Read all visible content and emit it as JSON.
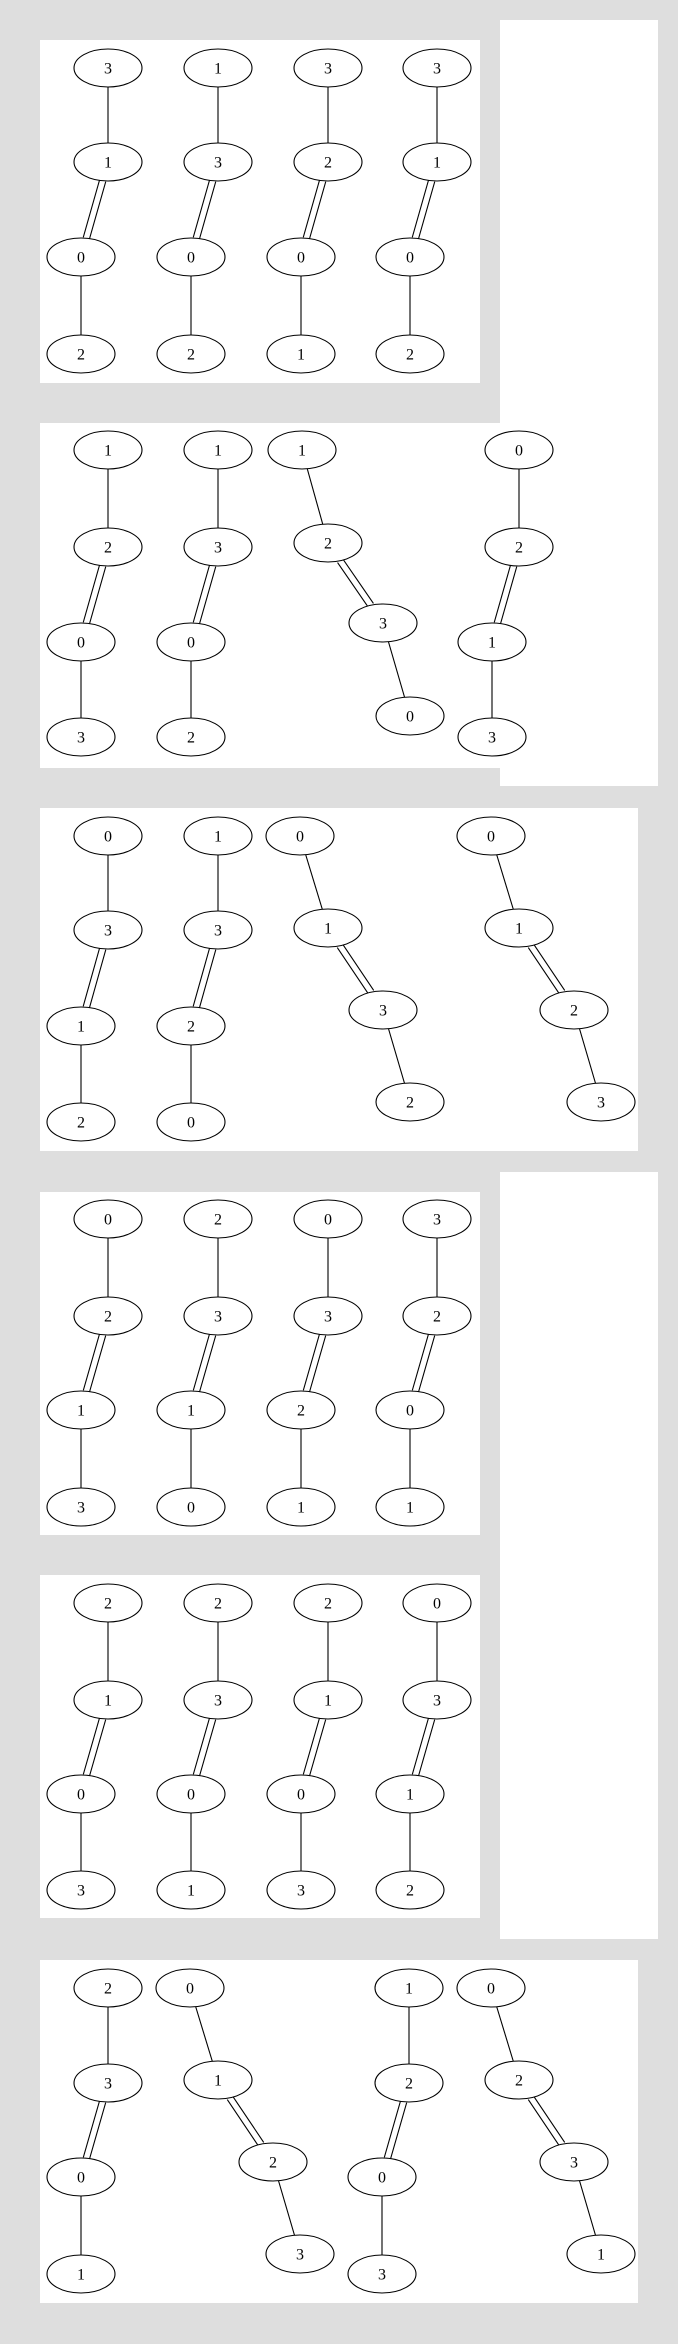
{
  "graphs": [
    {
      "nodes": [
        "3",
        "1",
        "0",
        "2"
      ],
      "edges": [
        [
          0,
          1,
          1
        ],
        [
          1,
          2,
          2
        ],
        [
          2,
          3,
          1
        ]
      ]
    },
    {
      "nodes": [
        "1",
        "3",
        "0",
        "2"
      ],
      "edges": [
        [
          0,
          1,
          1
        ],
        [
          1,
          2,
          2
        ],
        [
          2,
          3,
          1
        ]
      ]
    },
    {
      "nodes": [
        "3",
        "2",
        "0",
        "1"
      ],
      "edges": [
        [
          0,
          1,
          1
        ],
        [
          1,
          2,
          2
        ],
        [
          2,
          3,
          1
        ]
      ]
    },
    {
      "nodes": [
        "3",
        "1",
        "0",
        "2"
      ],
      "edges": [
        [
          0,
          1,
          1
        ],
        [
          1,
          2,
          2
        ],
        [
          2,
          3,
          1
        ]
      ]
    },
    {
      "nodes": [
        "1",
        "2",
        "0",
        "3"
      ],
      "edges": [
        [
          0,
          1,
          1
        ],
        [
          1,
          2,
          2
        ],
        [
          2,
          3,
          1
        ]
      ]
    },
    {
      "nodes": [
        "1",
        "3",
        "0",
        "2"
      ],
      "edges": [
        [
          0,
          1,
          1
        ],
        [
          1,
          2,
          2
        ],
        [
          2,
          3,
          1
        ]
      ]
    },
    {
      "nodes": [
        "1",
        "2",
        "3",
        "0"
      ],
      "edges": [
        [
          0,
          1,
          1
        ],
        [
          1,
          2,
          2
        ],
        [
          2,
          3,
          1
        ]
      ]
    },
    {
      "nodes": [
        "0",
        "2",
        "1",
        "3"
      ],
      "edges": [
        [
          0,
          1,
          1
        ],
        [
          1,
          2,
          2
        ],
        [
          2,
          3,
          1
        ]
      ]
    },
    {
      "nodes": [
        "0",
        "3",
        "1",
        "2"
      ],
      "edges": [
        [
          0,
          1,
          1
        ],
        [
          1,
          2,
          2
        ],
        [
          2,
          3,
          1
        ]
      ]
    },
    {
      "nodes": [
        "1",
        "3",
        "2",
        "0"
      ],
      "edges": [
        [
          0,
          1,
          1
        ],
        [
          1,
          2,
          2
        ],
        [
          2,
          3,
          1
        ]
      ]
    },
    {
      "nodes": [
        "0",
        "1",
        "3",
        "2"
      ],
      "edges": [
        [
          0,
          1,
          1
        ],
        [
          1,
          2,
          2
        ],
        [
          2,
          3,
          1
        ]
      ]
    },
    {
      "nodes": [
        "0",
        "1",
        "2",
        "3"
      ],
      "edges": [
        [
          0,
          1,
          1
        ],
        [
          1,
          2,
          2
        ],
        [
          2,
          3,
          1
        ]
      ]
    },
    {
      "nodes": [
        "0",
        "2",
        "1",
        "3"
      ],
      "edges": [
        [
          0,
          1,
          1
        ],
        [
          1,
          2,
          2
        ],
        [
          2,
          3,
          1
        ]
      ]
    },
    {
      "nodes": [
        "2",
        "3",
        "1",
        "0"
      ],
      "edges": [
        [
          0,
          1,
          1
        ],
        [
          1,
          2,
          2
        ],
        [
          2,
          3,
          1
        ]
      ]
    },
    {
      "nodes": [
        "0",
        "3",
        "2",
        "1"
      ],
      "edges": [
        [
          0,
          1,
          1
        ],
        [
          1,
          2,
          2
        ],
        [
          2,
          3,
          1
        ]
      ]
    },
    {
      "nodes": [
        "3",
        "2",
        "0",
        "1"
      ],
      "edges": [
        [
          0,
          1,
          1
        ],
        [
          1,
          2,
          2
        ],
        [
          2,
          3,
          1
        ]
      ]
    },
    {
      "nodes": [
        "2",
        "1",
        "0",
        "3"
      ],
      "edges": [
        [
          0,
          1,
          1
        ],
        [
          1,
          2,
          2
        ],
        [
          2,
          3,
          1
        ]
      ]
    },
    {
      "nodes": [
        "2",
        "3",
        "0",
        "1"
      ],
      "edges": [
        [
          0,
          1,
          1
        ],
        [
          1,
          2,
          2
        ],
        [
          2,
          3,
          1
        ]
      ]
    },
    {
      "nodes": [
        "2",
        "1",
        "0",
        "3"
      ],
      "edges": [
        [
          0,
          1,
          1
        ],
        [
          1,
          2,
          2
        ],
        [
          2,
          3,
          1
        ]
      ]
    },
    {
      "nodes": [
        "0",
        "3",
        "1",
        "2"
      ],
      "edges": [
        [
          0,
          1,
          1
        ],
        [
          1,
          2,
          2
        ],
        [
          2,
          3,
          1
        ]
      ]
    },
    {
      "nodes": [
        "2",
        "3",
        "0",
        "1"
      ],
      "edges": [
        [
          0,
          1,
          1
        ],
        [
          1,
          2,
          2
        ],
        [
          2,
          3,
          1
        ]
      ]
    },
    {
      "nodes": [
        "0",
        "1",
        "2",
        "3"
      ],
      "edges": [
        [
          0,
          1,
          1
        ],
        [
          1,
          2,
          2
        ],
        [
          2,
          3,
          1
        ]
      ]
    },
    {
      "nodes": [
        "1",
        "2",
        "0",
        "3"
      ],
      "edges": [
        [
          0,
          1,
          1
        ],
        [
          1,
          2,
          2
        ],
        [
          2,
          3,
          1
        ]
      ]
    },
    {
      "nodes": [
        "0",
        "2",
        "3",
        "1"
      ],
      "edges": [
        [
          0,
          1,
          1
        ],
        [
          1,
          2,
          2
        ],
        [
          2,
          3,
          1
        ]
      ]
    }
  ]
}
